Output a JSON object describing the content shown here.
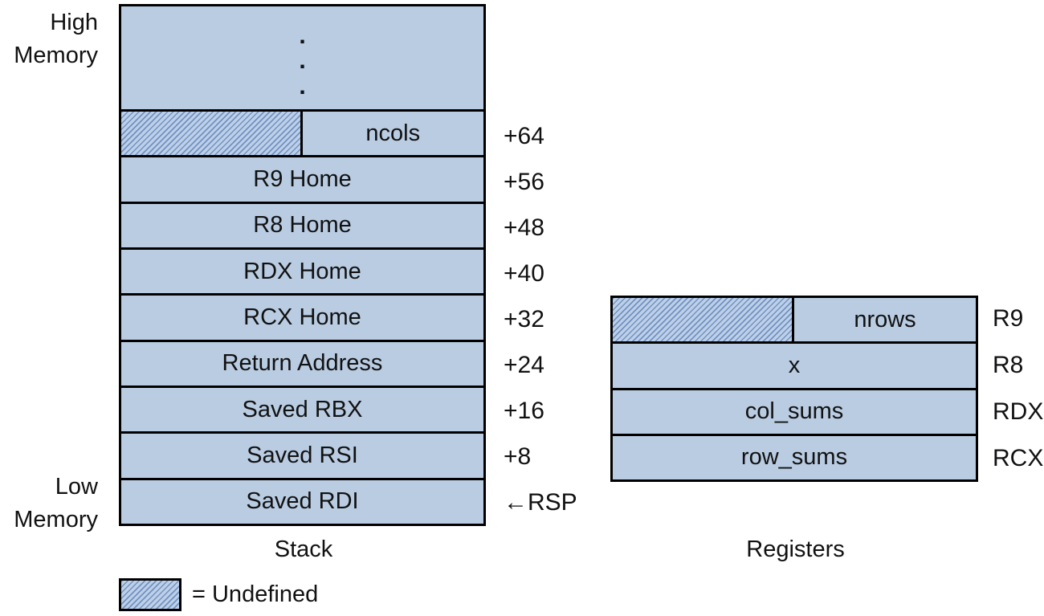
{
  "labels": {
    "high_memory": [
      "High",
      "Memory"
    ],
    "low_memory": [
      "Low",
      "Memory"
    ],
    "stack_caption": "Stack",
    "registers_caption": "Registers",
    "legend": "= Undefined"
  },
  "stack": {
    "ellipsis": [
      ".",
      ".",
      "."
    ],
    "rows": [
      {
        "label": "ncols",
        "offset": "+64",
        "undefined_high_half": true
      },
      {
        "label": "R9 Home",
        "offset": "+56"
      },
      {
        "label": "R8 Home",
        "offset": "+48"
      },
      {
        "label": "RDX Home",
        "offset": "+40"
      },
      {
        "label": "RCX Home",
        "offset": "+32"
      },
      {
        "label": "Return Address",
        "offset": "+24"
      },
      {
        "label": "Saved RBX",
        "offset": "+16"
      },
      {
        "label": "Saved RSI",
        "offset": "+8"
      },
      {
        "label": "Saved RDI",
        "offset": "←RSP"
      }
    ]
  },
  "registers": {
    "rows": [
      {
        "value": "nrows",
        "name": "R9",
        "undefined_high_half": true
      },
      {
        "value": "x",
        "name": "R8"
      },
      {
        "value": "col_sums",
        "name": "RDX"
      },
      {
        "value": "row_sums",
        "name": "RCX"
      }
    ]
  },
  "colors": {
    "cell_fill": "#b9cce2",
    "hatch_line": "#7191c1",
    "hatch_bg": "#bdd0e8",
    "border": "#000000",
    "text": "#111111"
  }
}
